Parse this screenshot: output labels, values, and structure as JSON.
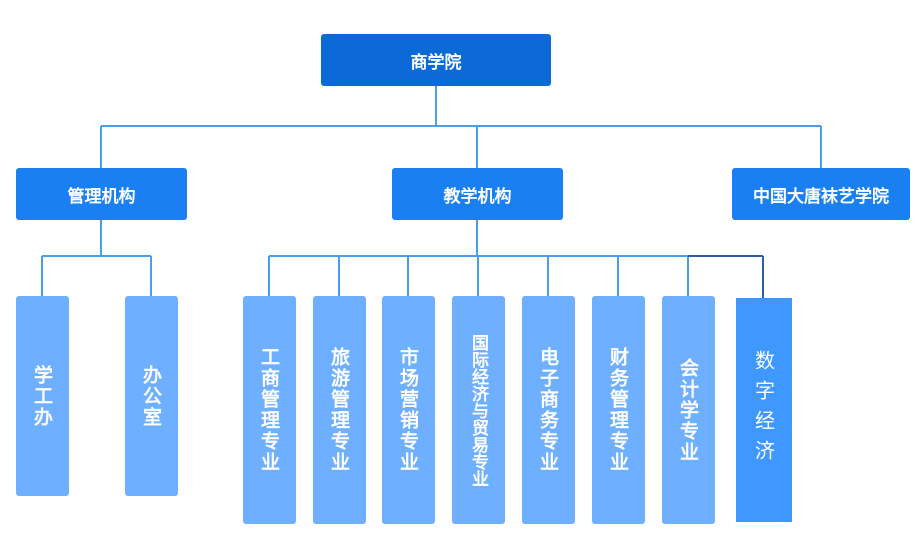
{
  "chart_data": {
    "type": "org-chart",
    "root": {
      "label": "商学院"
    },
    "branches": [
      {
        "label": "管理机构",
        "children": [
          "学工办",
          "办公室"
        ]
      },
      {
        "label": "教学机构",
        "children": [
          "工商管理专业",
          "旅游管理专业",
          "市场营销专业",
          "国际经济与贸易专业",
          "电子商务专业",
          "财务管理专业",
          "会计学专业",
          "数字经济"
        ]
      },
      {
        "label": "中国大唐袜艺学院",
        "children": []
      }
    ]
  },
  "colors": {
    "root_fill": "#0c6ad6",
    "branch_fill": "#1a7ff0",
    "leaf_fill": "#6eafff",
    "leaf_highlight_fill": "#3f98ff",
    "connector": "#4a9ee8"
  }
}
